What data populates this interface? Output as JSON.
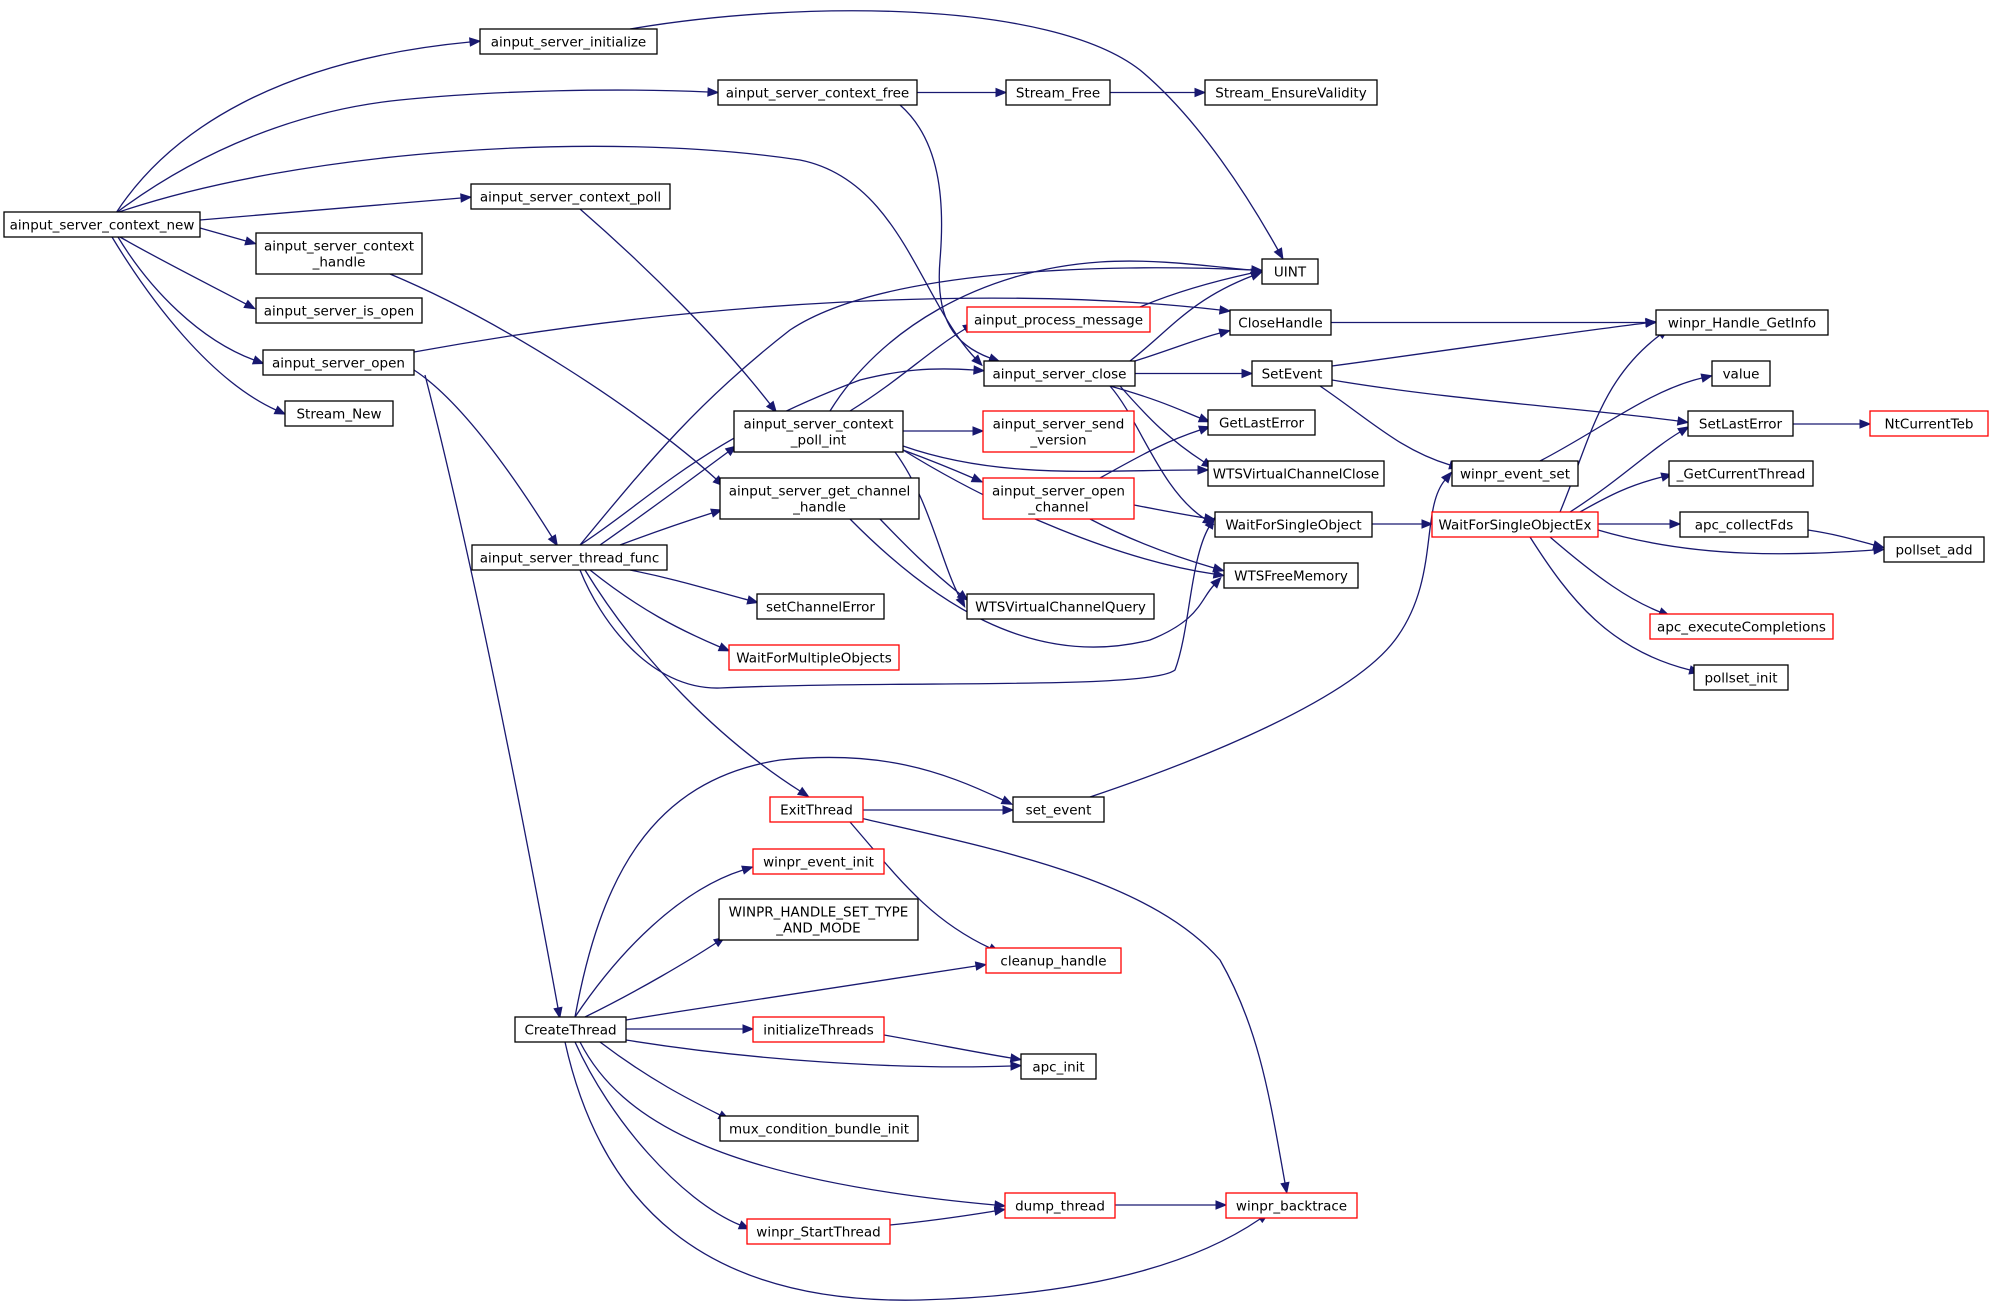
{
  "colors": {
    "edge": "#191970",
    "border_normal": "#000000",
    "border_truncated": "#ff0000",
    "root_fill": "#bfbfbf",
    "node_fill": "#ffffff"
  },
  "nodes": [
    {
      "id": "ctx_new",
      "lines": [
        "ainput_server_context_new"
      ],
      "style": "root"
    },
    {
      "id": "initialize",
      "lines": [
        "ainput_server_initialize"
      ],
      "style": "normal"
    },
    {
      "id": "ctx_free",
      "lines": [
        "ainput_server_context_free"
      ],
      "style": "normal"
    },
    {
      "id": "stream_free",
      "lines": [
        "Stream_Free"
      ],
      "style": "normal"
    },
    {
      "id": "stream_ensure",
      "lines": [
        "Stream_EnsureValidity"
      ],
      "style": "normal"
    },
    {
      "id": "ctx_poll",
      "lines": [
        "ainput_server_context_poll"
      ],
      "style": "normal"
    },
    {
      "id": "ctx_handle",
      "lines": [
        "ainput_server_context",
        "_handle"
      ],
      "style": "normal"
    },
    {
      "id": "is_open",
      "lines": [
        "ainput_server_is_open"
      ],
      "style": "normal"
    },
    {
      "id": "srv_open",
      "lines": [
        "ainput_server_open"
      ],
      "style": "normal"
    },
    {
      "id": "stream_new",
      "lines": [
        "Stream_New"
      ],
      "style": "normal"
    },
    {
      "id": "uint",
      "lines": [
        "UINT"
      ],
      "style": "normal"
    },
    {
      "id": "process_msg",
      "lines": [
        "ainput_process_message"
      ],
      "style": "truncated"
    },
    {
      "id": "closehandle",
      "lines": [
        "CloseHandle"
      ],
      "style": "normal"
    },
    {
      "id": "handle_getinfo",
      "lines": [
        "winpr_Handle_GetInfo"
      ],
      "style": "normal"
    },
    {
      "id": "srv_close",
      "lines": [
        "ainput_server_close"
      ],
      "style": "normal"
    },
    {
      "id": "setevent",
      "lines": [
        "SetEvent"
      ],
      "style": "normal"
    },
    {
      "id": "value",
      "lines": [
        "value"
      ],
      "style": "normal"
    },
    {
      "id": "poll_int",
      "lines": [
        "ainput_server_context",
        "_poll_int"
      ],
      "style": "normal"
    },
    {
      "id": "send_version",
      "lines": [
        "ainput_server_send",
        "_version"
      ],
      "style": "truncated"
    },
    {
      "id": "getlasterror",
      "lines": [
        "GetLastError"
      ],
      "style": "normal"
    },
    {
      "id": "setlasterror",
      "lines": [
        "SetLastError"
      ],
      "style": "normal"
    },
    {
      "id": "ntcurrentteb",
      "lines": [
        "NtCurrentTeb"
      ],
      "style": "truncated"
    },
    {
      "id": "get_channel",
      "lines": [
        "ainput_server_get_channel",
        "_handle"
      ],
      "style": "normal"
    },
    {
      "id": "open_channel",
      "lines": [
        "ainput_server_open",
        "_channel"
      ],
      "style": "truncated"
    },
    {
      "id": "wts_close",
      "lines": [
        "WTSVirtualChannelClose"
      ],
      "style": "normal"
    },
    {
      "id": "event_set",
      "lines": [
        "winpr_event_set"
      ],
      "style": "normal"
    },
    {
      "id": "getcurthread",
      "lines": [
        "_GetCurrentThread"
      ],
      "style": "normal"
    },
    {
      "id": "thread_func",
      "lines": [
        "ainput_server_thread_func"
      ],
      "style": "normal"
    },
    {
      "id": "waitsingle",
      "lines": [
        "WaitForSingleObject"
      ],
      "style": "normal"
    },
    {
      "id": "waitsingleex",
      "lines": [
        "WaitForSingleObjectEx"
      ],
      "style": "truncated"
    },
    {
      "id": "apc_collect",
      "lines": [
        "apc_collectFds"
      ],
      "style": "normal"
    },
    {
      "id": "pollset_add",
      "lines": [
        "pollset_add"
      ],
      "style": "normal"
    },
    {
      "id": "wts_free",
      "lines": [
        "WTSFreeMemory"
      ],
      "style": "normal"
    },
    {
      "id": "setchannelerror",
      "lines": [
        "setChannelError"
      ],
      "style": "normal"
    },
    {
      "id": "wts_query",
      "lines": [
        "WTSVirtualChannelQuery"
      ],
      "style": "normal"
    },
    {
      "id": "apc_exec",
      "lines": [
        "apc_executeCompletions"
      ],
      "style": "truncated"
    },
    {
      "id": "waitmultiple",
      "lines": [
        "WaitForMultipleObjects"
      ],
      "style": "truncated"
    },
    {
      "id": "pollset_init",
      "lines": [
        "pollset_init"
      ],
      "style": "normal"
    },
    {
      "id": "exitthread",
      "lines": [
        "ExitThread"
      ],
      "style": "truncated"
    },
    {
      "id": "set_event",
      "lines": [
        "set_event"
      ],
      "style": "normal"
    },
    {
      "id": "event_init",
      "lines": [
        "winpr_event_init"
      ],
      "style": "truncated"
    },
    {
      "id": "set_type",
      "lines": [
        "WINPR_HANDLE_SET_TYPE",
        "_AND_MODE"
      ],
      "style": "normal"
    },
    {
      "id": "cleanup",
      "lines": [
        "cleanup_handle"
      ],
      "style": "truncated"
    },
    {
      "id": "createthread",
      "lines": [
        "CreateThread"
      ],
      "style": "normal"
    },
    {
      "id": "initthreads",
      "lines": [
        "initializeThreads"
      ],
      "style": "truncated"
    },
    {
      "id": "apc_init",
      "lines": [
        "apc_init"
      ],
      "style": "normal"
    },
    {
      "id": "mux_init",
      "lines": [
        "mux_condition_bundle_init"
      ],
      "style": "normal"
    },
    {
      "id": "dump_thread",
      "lines": [
        "dump_thread"
      ],
      "style": "truncated"
    },
    {
      "id": "backtrace",
      "lines": [
        "winpr_backtrace"
      ],
      "style": "truncated"
    },
    {
      "id": "startthread",
      "lines": [
        "winpr_StartThread"
      ],
      "style": "truncated"
    }
  ],
  "edges": [
    [
      "ctx_new",
      "initialize"
    ],
    [
      "ctx_new",
      "ctx_free"
    ],
    [
      "ctx_new",
      "srv_close"
    ],
    [
      "ctx_new",
      "ctx_poll"
    ],
    [
      "ctx_new",
      "ctx_handle"
    ],
    [
      "ctx_new",
      "is_open"
    ],
    [
      "ctx_new",
      "srv_open"
    ],
    [
      "ctx_new",
      "stream_new"
    ],
    [
      "initialize",
      "uint"
    ],
    [
      "ctx_free",
      "stream_free"
    ],
    [
      "ctx_free",
      "srv_close"
    ],
    [
      "stream_free",
      "stream_ensure"
    ],
    [
      "ctx_poll",
      "poll_int"
    ],
    [
      "ctx_handle",
      "get_channel"
    ],
    [
      "srv_open",
      "closehandle"
    ],
    [
      "srv_open",
      "thread_func"
    ],
    [
      "srv_open",
      "createthread"
    ],
    [
      "srv_close",
      "uint"
    ],
    [
      "srv_close",
      "closehandle"
    ],
    [
      "srv_close",
      "setevent"
    ],
    [
      "srv_close",
      "getlasterror"
    ],
    [
      "srv_close",
      "wts_close"
    ],
    [
      "srv_close",
      "waitsingle"
    ],
    [
      "closehandle",
      "handle_getinfo"
    ],
    [
      "setevent",
      "handle_getinfo"
    ],
    [
      "setevent",
      "setlasterror"
    ],
    [
      "setevent",
      "event_set"
    ],
    [
      "process_msg",
      "uint"
    ],
    [
      "poll_int",
      "uint"
    ],
    [
      "poll_int",
      "process_msg"
    ],
    [
      "poll_int",
      "send_version"
    ],
    [
      "poll_int",
      "open_channel"
    ],
    [
      "poll_int",
      "wts_query"
    ],
    [
      "poll_int",
      "wts_free"
    ],
    [
      "poll_int",
      "wts_close"
    ],
    [
      "setlasterror",
      "ntcurrentteb"
    ],
    [
      "get_channel",
      "wts_query"
    ],
    [
      "get_channel",
      "wts_free"
    ],
    [
      "open_channel",
      "getlasterror"
    ],
    [
      "open_channel",
      "waitsingle"
    ],
    [
      "open_channel",
      "wts_free"
    ],
    [
      "event_set",
      "value"
    ],
    [
      "thread_func",
      "uint"
    ],
    [
      "thread_func",
      "poll_int"
    ],
    [
      "thread_func",
      "get_channel"
    ],
    [
      "thread_func",
      "srv_close"
    ],
    [
      "thread_func",
      "setchannelerror"
    ],
    [
      "thread_func",
      "waitmultiple"
    ],
    [
      "thread_func",
      "exitthread"
    ],
    [
      "thread_func",
      "waitsingle"
    ],
    [
      "waitsingle",
      "waitsingleex"
    ],
    [
      "waitsingleex",
      "handle_getinfo"
    ],
    [
      "waitsingleex",
      "setlasterror"
    ],
    [
      "waitsingleex",
      "getcurthread"
    ],
    [
      "waitsingleex",
      "apc_collect"
    ],
    [
      "waitsingleex",
      "pollset_add"
    ],
    [
      "waitsingleex",
      "apc_exec"
    ],
    [
      "waitsingleex",
      "pollset_init"
    ],
    [
      "apc_collect",
      "pollset_add"
    ],
    [
      "exitthread",
      "set_event"
    ],
    [
      "exitthread",
      "cleanup"
    ],
    [
      "exitthread",
      "backtrace"
    ],
    [
      "set_event",
      "event_set"
    ],
    [
      "createthread",
      "set_event"
    ],
    [
      "createthread",
      "event_init"
    ],
    [
      "createthread",
      "set_type"
    ],
    [
      "createthread",
      "cleanup"
    ],
    [
      "createthread",
      "initthreads"
    ],
    [
      "createthread",
      "apc_init"
    ],
    [
      "createthread",
      "mux_init"
    ],
    [
      "createthread",
      "dump_thread"
    ],
    [
      "createthread",
      "startthread"
    ],
    [
      "createthread",
      "backtrace"
    ],
    [
      "initthreads",
      "apc_init"
    ],
    [
      "dump_thread",
      "backtrace"
    ],
    [
      "startthread",
      "dump_thread"
    ]
  ]
}
